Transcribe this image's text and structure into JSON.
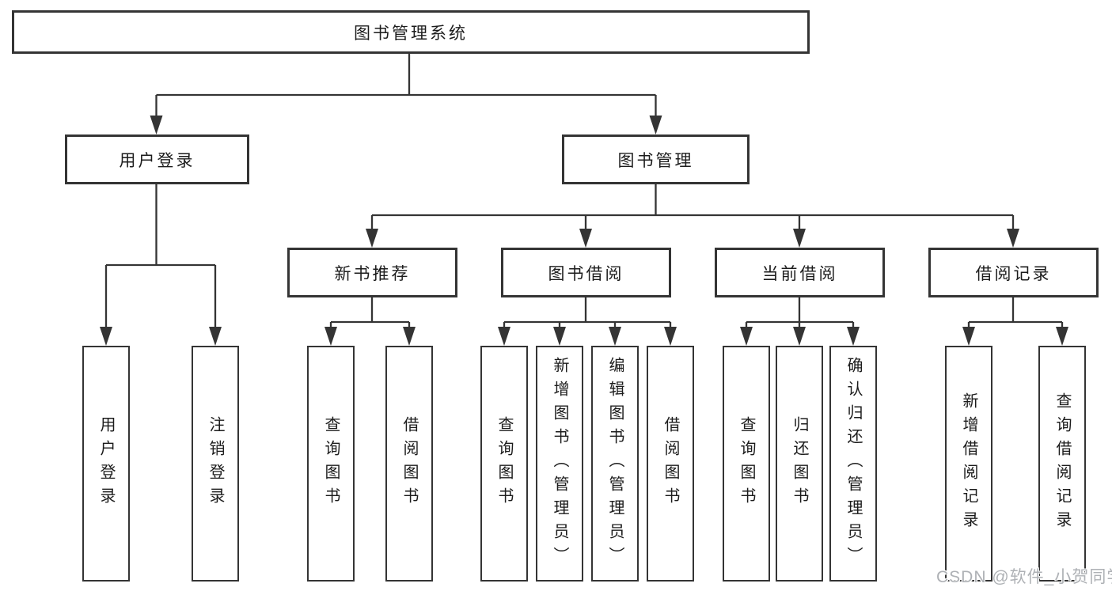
{
  "diagram": {
    "root": {
      "label": "图书管理系统"
    },
    "branches": [
      {
        "label": "用户登录",
        "children": [
          {
            "label": "用户登录"
          },
          {
            "label": "注销登录"
          }
        ]
      },
      {
        "label": "图书管理",
        "children": [
          {
            "label": "新书推荐",
            "children": [
              {
                "label": "查询图书"
              },
              {
                "label": "借阅图书"
              }
            ]
          },
          {
            "label": "图书借阅",
            "children": [
              {
                "label": "查询图书"
              },
              {
                "label": "新增图书（管理员）"
              },
              {
                "label": "编辑图书（管理员）"
              },
              {
                "label": "借阅图书"
              }
            ]
          },
          {
            "label": "当前借阅",
            "children": [
              {
                "label": "查询图书"
              },
              {
                "label": "归还图书"
              },
              {
                "label": "确认归还（管理员）"
              }
            ]
          },
          {
            "label": "借阅记录",
            "children": [
              {
                "label": "新增借阅记录"
              },
              {
                "label": "查询借阅记录"
              }
            ]
          }
        ]
      }
    ]
  },
  "watermark": {
    "text": "CSDN @软件_小贺同学"
  },
  "colors": {
    "line": "#343434",
    "text": "#1c1c1c",
    "background": "#ffffff",
    "watermark": "#aeb1b5"
  }
}
